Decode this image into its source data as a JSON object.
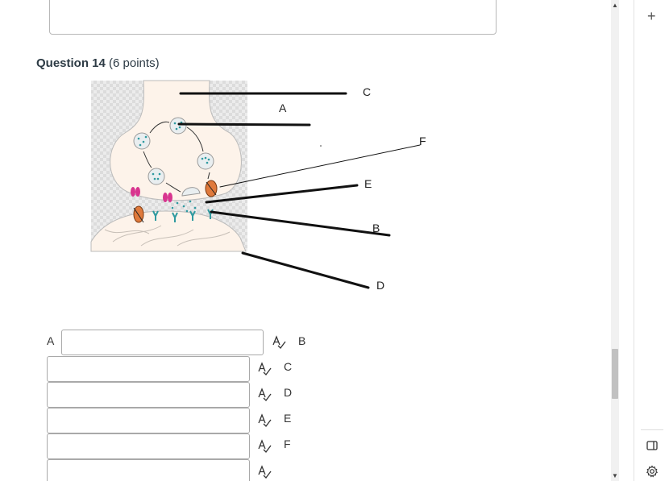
{
  "question": {
    "number_label": "Question 14",
    "points_label": "(6 points)"
  },
  "diagram_labels": {
    "A": "A",
    "B": "B",
    "C": "C",
    "D": "D",
    "E": "E",
    "F": "F"
  },
  "answers": [
    {
      "label": "A",
      "value": ""
    },
    {
      "label": "B",
      "value": ""
    },
    {
      "label": "C",
      "value": ""
    },
    {
      "label": "D",
      "value": ""
    },
    {
      "label": "E",
      "value": ""
    },
    {
      "label": "F",
      "value": ""
    }
  ],
  "icons": {
    "spellcheck": "spellcheck-icon",
    "add": "plus-icon",
    "panel": "sidebar-panel-icon",
    "settings": "gear-icon"
  },
  "sidebar": {
    "add_symbol": "+"
  }
}
